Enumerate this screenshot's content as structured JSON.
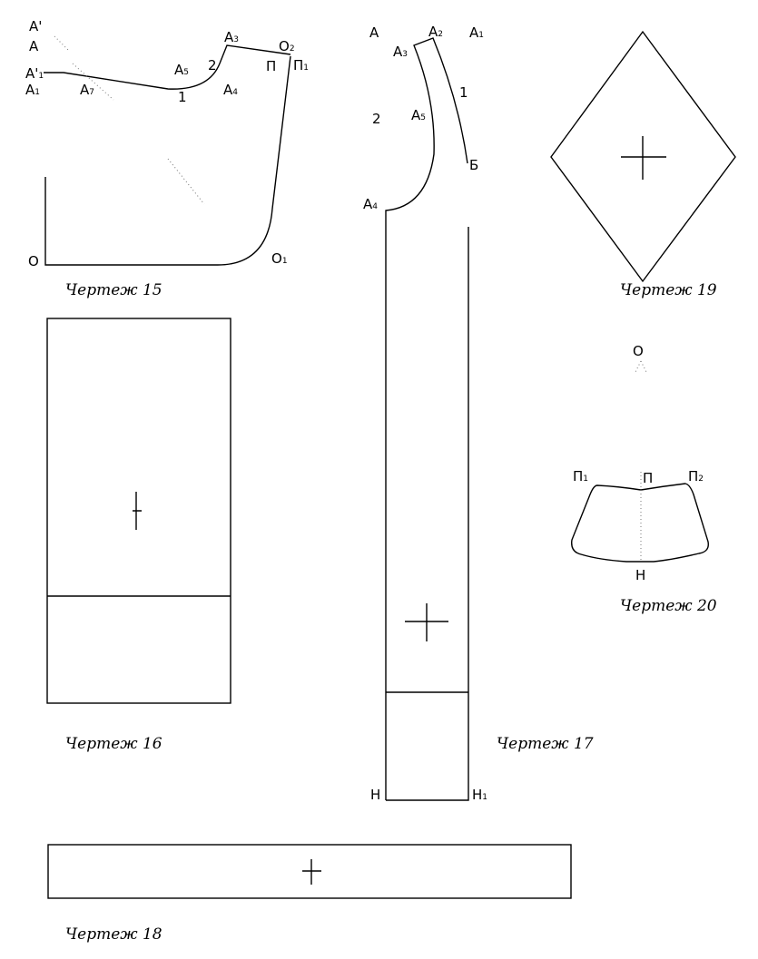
{
  "drawing15": {
    "caption": "Чертеж 15",
    "points": {
      "A_prime": "A'",
      "A": "A",
      "A1_prime": "A'",
      "A1": "A",
      "A7": "A",
      "A5": "A",
      "A3": "A",
      "O2": "O",
      "P": "П",
      "P1": "П",
      "A4": "A",
      "O": "O",
      "O1": "O"
    },
    "subs": {
      "A1_prime": "1",
      "A1": "1",
      "A7": "7",
      "A5": "5",
      "A3": "3",
      "O2": "2",
      "P1": "1",
      "A4": "4",
      "O1": "1"
    },
    "curve_marks": {
      "one": "1",
      "two": "2"
    }
  },
  "drawing16": {
    "caption": "Чертеж 16"
  },
  "drawing17": {
    "caption": "Чертеж 17",
    "points": {
      "A": "A",
      "A2": "A",
      "A1": "A",
      "A3": "A",
      "A5": "A",
      "A4": "A",
      "B": "Б",
      "H": "Н",
      "H1": "Н"
    },
    "subs": {
      "A2": "2",
      "A1": "1",
      "A3": "3",
      "A5": "5",
      "A4": "4",
      "H1": "1"
    },
    "curve_marks": {
      "one": "1",
      "two": "2"
    }
  },
  "drawing18": {
    "caption": "Чертеж 18"
  },
  "drawing19": {
    "caption": "Чертеж 19"
  },
  "drawing20": {
    "caption": "Чертеж 20",
    "points": {
      "O": "O",
      "P1": "П",
      "P": "П",
      "P2": "П",
      "H": "Н"
    },
    "subs": {
      "P1": "1",
      "P2": "2"
    }
  }
}
